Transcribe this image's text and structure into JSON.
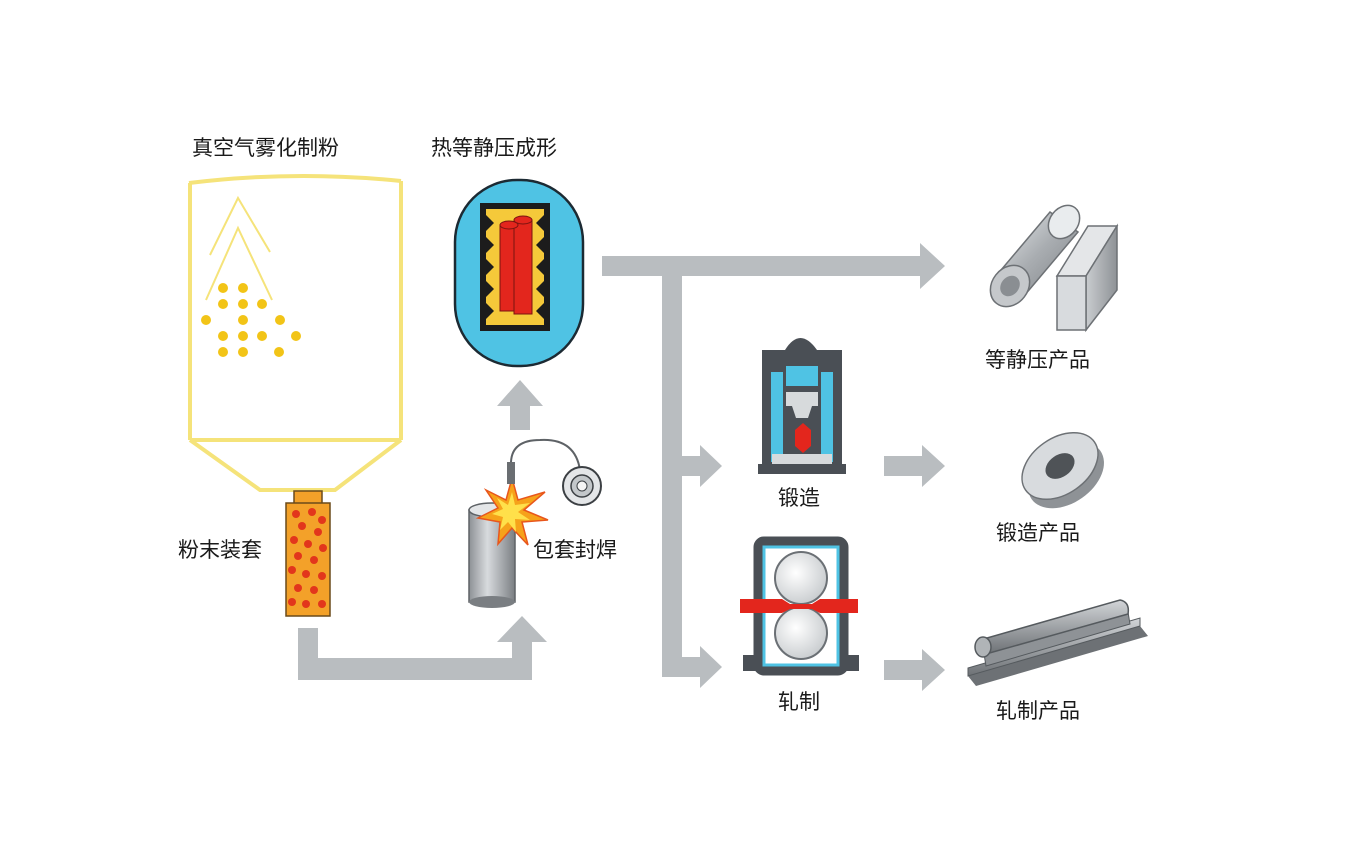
{
  "labels": {
    "atomization": "真空气雾化制粉",
    "hip_forming": "热等静压成形",
    "powder_filling": "粉末装套",
    "can_sealing": "包套封焊",
    "forging": "锻造",
    "rolling": "轧制",
    "hip_products": "等静压产品",
    "forged_products": "锻造产品",
    "rolled_products": "轧制产品"
  },
  "colors": {
    "arrow": "#b9bdc0",
    "atomizer_outline": "#f5e37a",
    "powder": "#f2c417",
    "capsule_fill": "#f3a129",
    "capsule_dots": "#e2361c",
    "hip_vessel": "#4fc3e4",
    "hip_inner": "#f5c93a",
    "hip_billet": "#e3261d",
    "press_frame": "#4a4f55",
    "press_blue": "#4fc3e4",
    "metal_gray": "#b0b4b7"
  }
}
